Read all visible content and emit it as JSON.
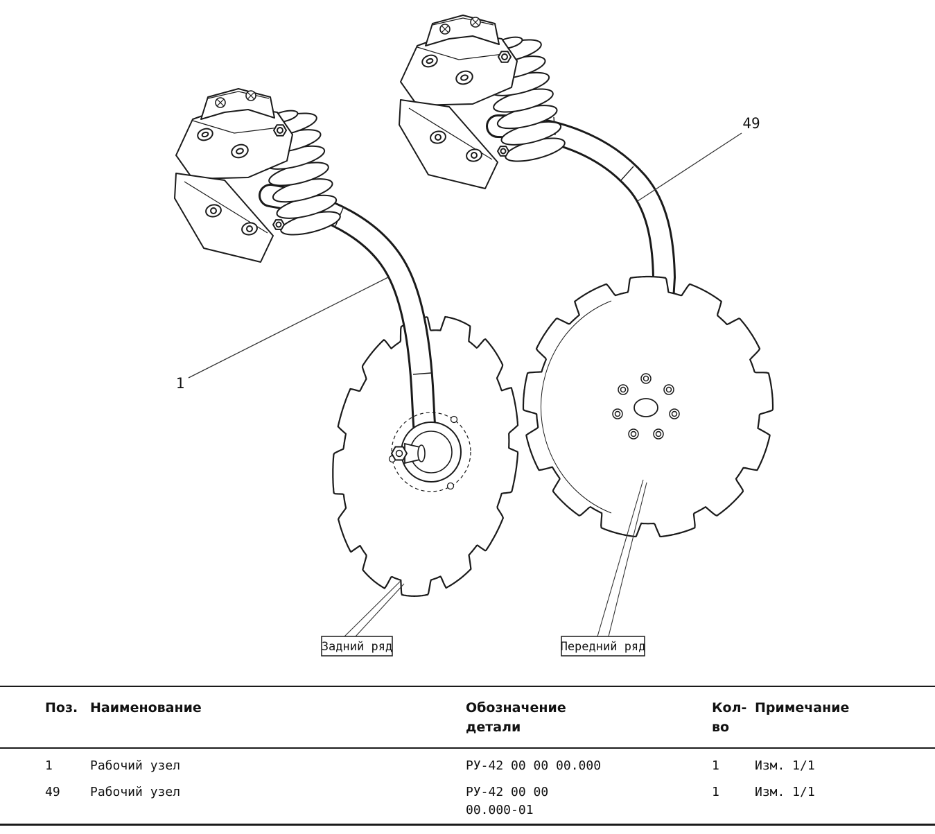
{
  "diagram": {
    "callouts": [
      {
        "text": "1"
      },
      {
        "text": "49"
      }
    ],
    "row_labels": [
      {
        "text": "Задний ряд"
      },
      {
        "text": "Передний ряд"
      }
    ],
    "line_color": "#1a1a1a"
  },
  "table": {
    "headers": {
      "pos": "Поз.",
      "name": "Наименование",
      "designation": "Обозначение\nдетали",
      "qty": "Кол-\nво",
      "note": "Примечание"
    },
    "rows": [
      {
        "pos": "1",
        "name": "Рабочий узел",
        "designation": "РУ-42 00 00 00.000",
        "qty": "1",
        "note": "Изм. 1/1"
      },
      {
        "pos": "49",
        "name": "Рабочий узел",
        "designation": "РУ-42 00 00\n00.000-01",
        "qty": "1",
        "note": "Изм. 1/1"
      }
    ]
  }
}
